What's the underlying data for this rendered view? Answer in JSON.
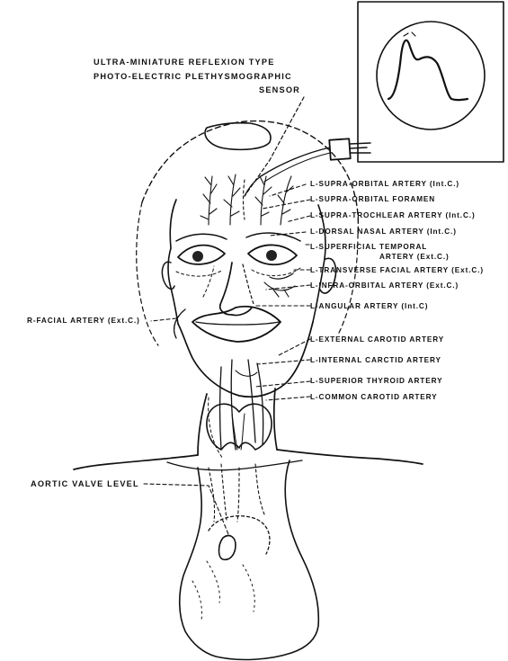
{
  "sensor_title": {
    "line1": "ULTRA-MINIATURE REFLEXION TYPE",
    "line2": "PHOTO-ELECTRIC PLETHYSMOGRAPHIC",
    "line3": "SENSOR"
  },
  "labels": {
    "supra_orbital_artery": "L-SUPRA-ORBITAL ARTERY (Int.C.)",
    "supra_orbital_foramen": "L-SUPRA-ORBITAL FORAMEN",
    "supra_trochlear_artery": "L-SUPRA-TROCHLEAR ARTERY (Int.C.)",
    "dorsal_nasal_artery": "L-DORSAL NASAL ARTERY (Int.C.)",
    "superficial_temporal_line1": "L-SUPERFICIAL TEMPORAL",
    "superficial_temporal_line2": "ARTERY (Ext.C.)",
    "transverse_facial_artery": "L-TRANSVERSE FACIAL ARTERY (Ext.C.)",
    "infra_orbital_artery": "L-INFRA-ORBITAL ARTERY (Ext.C.)",
    "angular_artery": "L-ANGULAR ARTERY (Int.C)",
    "r_facial_artery": "R-FACIAL ARTERY (Ext.C.)",
    "external_carotid": "L-EXTERNAL CAROTID ARTERY",
    "internal_carotid": "L-INTERNAL CARCTID ARTERY",
    "superior_thyroid": "L-SUPERIOR THYROID ARTERY",
    "common_carotid": "L-COMMON CAROTID ARTERY",
    "aortic_valve_level": "AORTIC VALVE LEVEL"
  },
  "colors": {
    "ink": "#111111",
    "paper": "#ffffff"
  }
}
